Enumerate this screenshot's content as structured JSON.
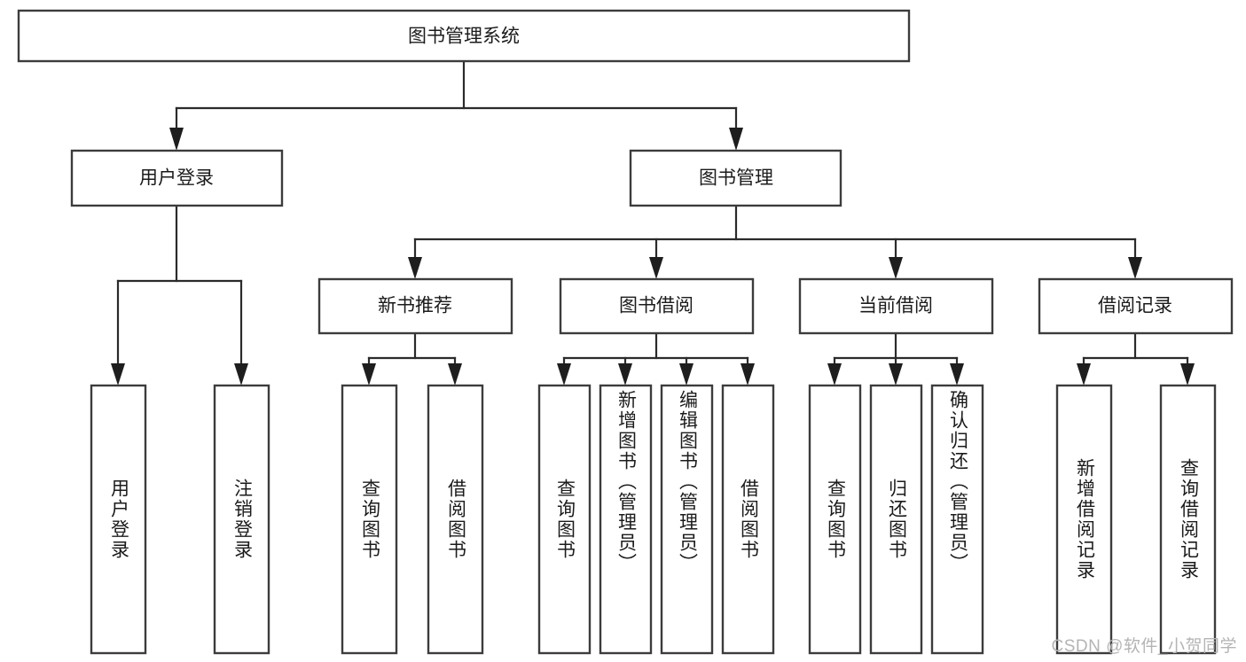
{
  "diagram": {
    "type": "tree",
    "title": "图书管理系统",
    "watermark": "CSDN @软件_小贺同学",
    "colors": {
      "box_fill": "#ffffff",
      "box_stroke": "#3c3c3c",
      "connector": "#2b2b2b",
      "text": "#1b1b1b",
      "watermark": "#b4b4b4"
    },
    "nodes": {
      "root": {
        "label": "图书管理系统",
        "orientation": "horizontal"
      },
      "level2": [
        {
          "label": "用户登录",
          "orientation": "horizontal"
        },
        {
          "label": "图书管理",
          "orientation": "horizontal"
        }
      ],
      "level3": [
        {
          "label": "新书推荐",
          "orientation": "horizontal"
        },
        {
          "label": "图书借阅",
          "orientation": "horizontal"
        },
        {
          "label": "当前借阅",
          "orientation": "horizontal"
        },
        {
          "label": "借阅记录",
          "orientation": "horizontal"
        }
      ],
      "leaves": {
        "user_login": [
          {
            "label": "用户登录",
            "orientation": "vertical"
          },
          {
            "label": "注销登录",
            "orientation": "vertical"
          }
        ],
        "new_book_recommend": [
          {
            "label": "查询图书",
            "orientation": "vertical"
          },
          {
            "label": "借阅图书",
            "orientation": "vertical"
          }
        ],
        "book_borrow": [
          {
            "label": "查询图书",
            "orientation": "vertical"
          },
          {
            "label": "新增图书（管理员）",
            "orientation": "vertical"
          },
          {
            "label": "编辑图书（管理员）",
            "orientation": "vertical"
          },
          {
            "label": "借阅图书",
            "orientation": "vertical"
          }
        ],
        "current_borrow": [
          {
            "label": "查询图书",
            "orientation": "vertical"
          },
          {
            "label": "归还图书",
            "orientation": "vertical"
          },
          {
            "label": "确认归还（管理员）",
            "orientation": "vertical"
          }
        ],
        "borrow_record": [
          {
            "label": "新增借阅记录",
            "orientation": "vertical"
          },
          {
            "label": "查询借阅记录",
            "orientation": "vertical"
          }
        ]
      }
    }
  }
}
